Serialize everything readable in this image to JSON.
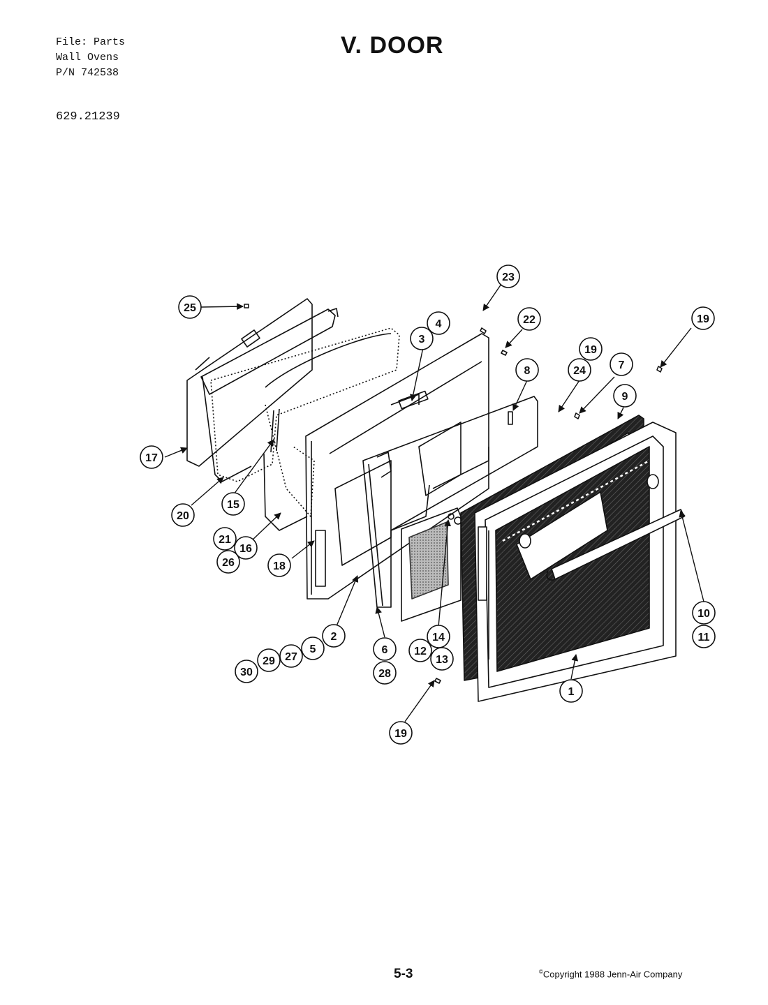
{
  "header": {
    "file_lines": [
      "File: Parts",
      "Wall Ovens",
      "P/N 742538"
    ],
    "model": "629.21239",
    "title": "V. DOOR"
  },
  "footer": {
    "page_number": "5-3",
    "copyright": "Copyright 1988 Jenn-Air Company",
    "copyright_symbol": "©"
  },
  "callouts": [
    {
      "id": "c25",
      "label": "25"
    },
    {
      "id": "c23",
      "label": "23"
    },
    {
      "id": "c4",
      "label": "4"
    },
    {
      "id": "c3",
      "label": "3"
    },
    {
      "id": "c22",
      "label": "22"
    },
    {
      "id": "c19a",
      "label": "19"
    },
    {
      "id": "c19b",
      "label": "19"
    },
    {
      "id": "c8",
      "label": "8"
    },
    {
      "id": "c24",
      "label": "24"
    },
    {
      "id": "c7",
      "label": "7"
    },
    {
      "id": "c9",
      "label": "9"
    },
    {
      "id": "c17",
      "label": "17"
    },
    {
      "id": "c20",
      "label": "20"
    },
    {
      "id": "c15",
      "label": "15"
    },
    {
      "id": "c21",
      "label": "21"
    },
    {
      "id": "c16",
      "label": "16"
    },
    {
      "id": "c26",
      "label": "26"
    },
    {
      "id": "c18",
      "label": "18"
    },
    {
      "id": "c2",
      "label": "2"
    },
    {
      "id": "c5",
      "label": "5"
    },
    {
      "id": "c27",
      "label": "27"
    },
    {
      "id": "c29",
      "label": "29"
    },
    {
      "id": "c30",
      "label": "30"
    },
    {
      "id": "c6",
      "label": "6"
    },
    {
      "id": "c28",
      "label": "28"
    },
    {
      "id": "c14",
      "label": "14"
    },
    {
      "id": "c12",
      "label": "12"
    },
    {
      "id": "c13",
      "label": "13"
    },
    {
      "id": "c10",
      "label": "10"
    },
    {
      "id": "c11",
      "label": "11"
    },
    {
      "id": "c1",
      "label": "1"
    },
    {
      "id": "c19c",
      "label": "19"
    }
  ]
}
